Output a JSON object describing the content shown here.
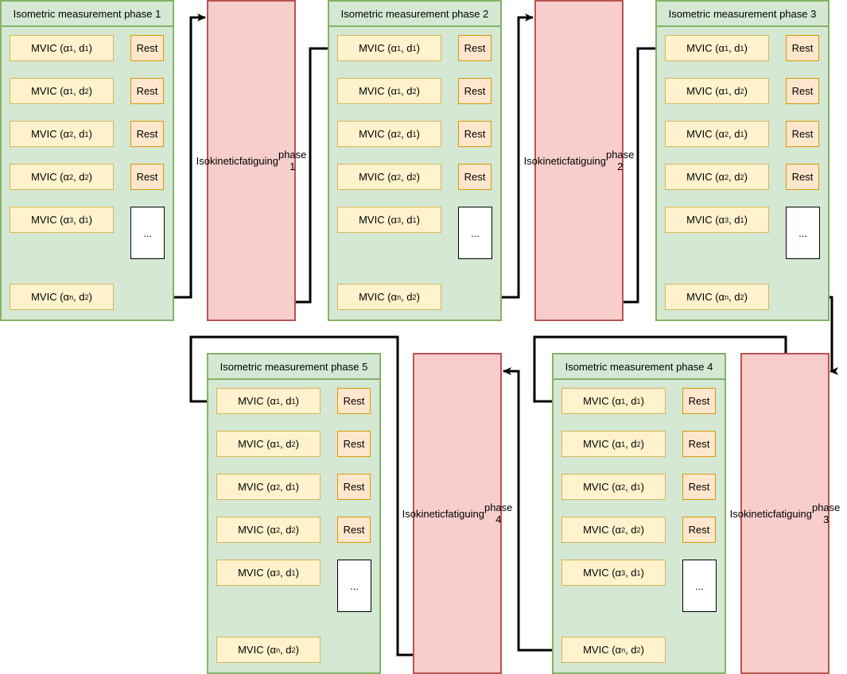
{
  "phases": [
    {
      "title": "Isometric measurement phase 1"
    },
    {
      "title": "Isometric measurement phase 2"
    },
    {
      "title": "Isometric measurement phase 3"
    },
    {
      "title": "Isometric measurement phase 4"
    },
    {
      "title": "Isometric measurement phase 5"
    }
  ],
  "mvic_rows": [
    {
      "prefix": "MVIC (α",
      "a": "1",
      "mid": ", d",
      "d": "1",
      "suffix": ")"
    },
    {
      "prefix": "MVIC (α",
      "a": "1",
      "mid": ", d",
      "d": "2",
      "suffix": ")"
    },
    {
      "prefix": "MVIC (α",
      "a": "2",
      "mid": ", d",
      "d": "1",
      "suffix": ")"
    },
    {
      "prefix": "MVIC (α",
      "a": "2",
      "mid": ", d",
      "d": "2",
      "suffix": ")"
    },
    {
      "prefix": "MVIC (α",
      "a": "3",
      "mid": ", d",
      "d": "1",
      "suffix": ")"
    }
  ],
  "mvic_last": {
    "prefix": "MVIC (α",
    "a": "n",
    "mid": ", d",
    "d": "2",
    "suffix": ")"
  },
  "rest_label": "Rest",
  "ellipsis_label": "...",
  "fatigue": [
    {
      "line1": "Isokinetic",
      "line2": "fatiguing",
      "line3": "phase 1"
    },
    {
      "line1": "Isokinetic",
      "line2": "fatiguing",
      "line3": "phase 2"
    },
    {
      "line1": "Isokinetic",
      "line2": "fatiguing",
      "line3": "phase 3"
    },
    {
      "line1": "Isokinetic",
      "line2": "fatiguing",
      "line3": "phase 4"
    }
  ],
  "colors": {
    "phase_fill": "#d5e8d4",
    "phase_border": "#82b366",
    "mvic_fill": "#fff2cc",
    "mvic_border": "#d6b656",
    "rest_fill": "#ffe6cc",
    "rest_border": "#d79b00",
    "fatigue_fill": "#f8cecc",
    "fatigue_border": "#b85450"
  }
}
